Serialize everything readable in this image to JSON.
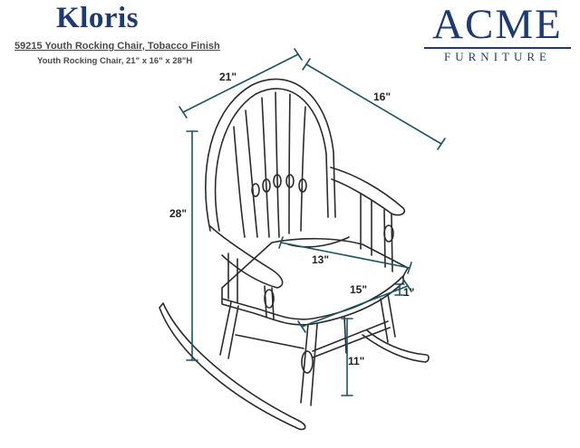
{
  "header": {
    "title": "Kloris",
    "product_line": "59215 Youth Rocking Chair, Tobacco Finish",
    "product_sub": "Youth Rocking Chair, 21\" x 16\" x 28\"H"
  },
  "brand": {
    "name": "ACME",
    "sub": "FURNITURE"
  },
  "dimensions": {
    "width": "21\"",
    "depth": "16\"",
    "height": "28\"",
    "seat_depth": "13\"",
    "seat_width": "15\"",
    "seat_thickness": "1\"",
    "seat_height": "11\""
  },
  "colors": {
    "brand": "#1c3a75",
    "dimension_line": "#1a5560",
    "drawing_line": "#2b2b2b"
  }
}
